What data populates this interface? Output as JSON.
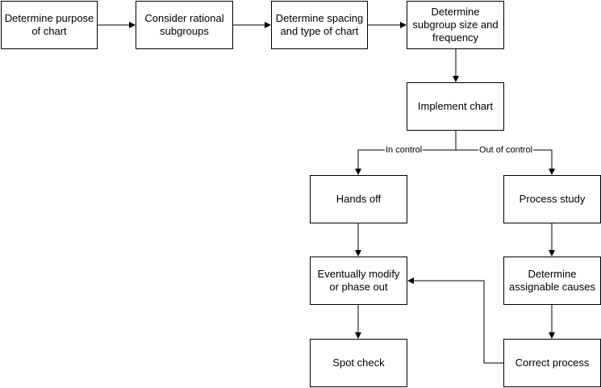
{
  "nodes": {
    "purpose": "Determine purpose\nof chart",
    "rational": "Consider rational\nsubgroups",
    "spacing": "Determine spacing\nand type of chart",
    "subgroup": "Determine\nsubgroup size and\nfrequency",
    "implement": "Implement chart",
    "hands_off": "Hands off",
    "process_study": "Process study",
    "modify": "Eventually modify\nor phase out",
    "assignable": "Determine\nassignable causes",
    "spot_check": "Spot check",
    "correct": "Correct process"
  },
  "edge_labels": {
    "in_control": "In control",
    "out_of_control": "Out of control"
  },
  "colors": {
    "line": "#000000",
    "box_fill": "#ffffff"
  }
}
